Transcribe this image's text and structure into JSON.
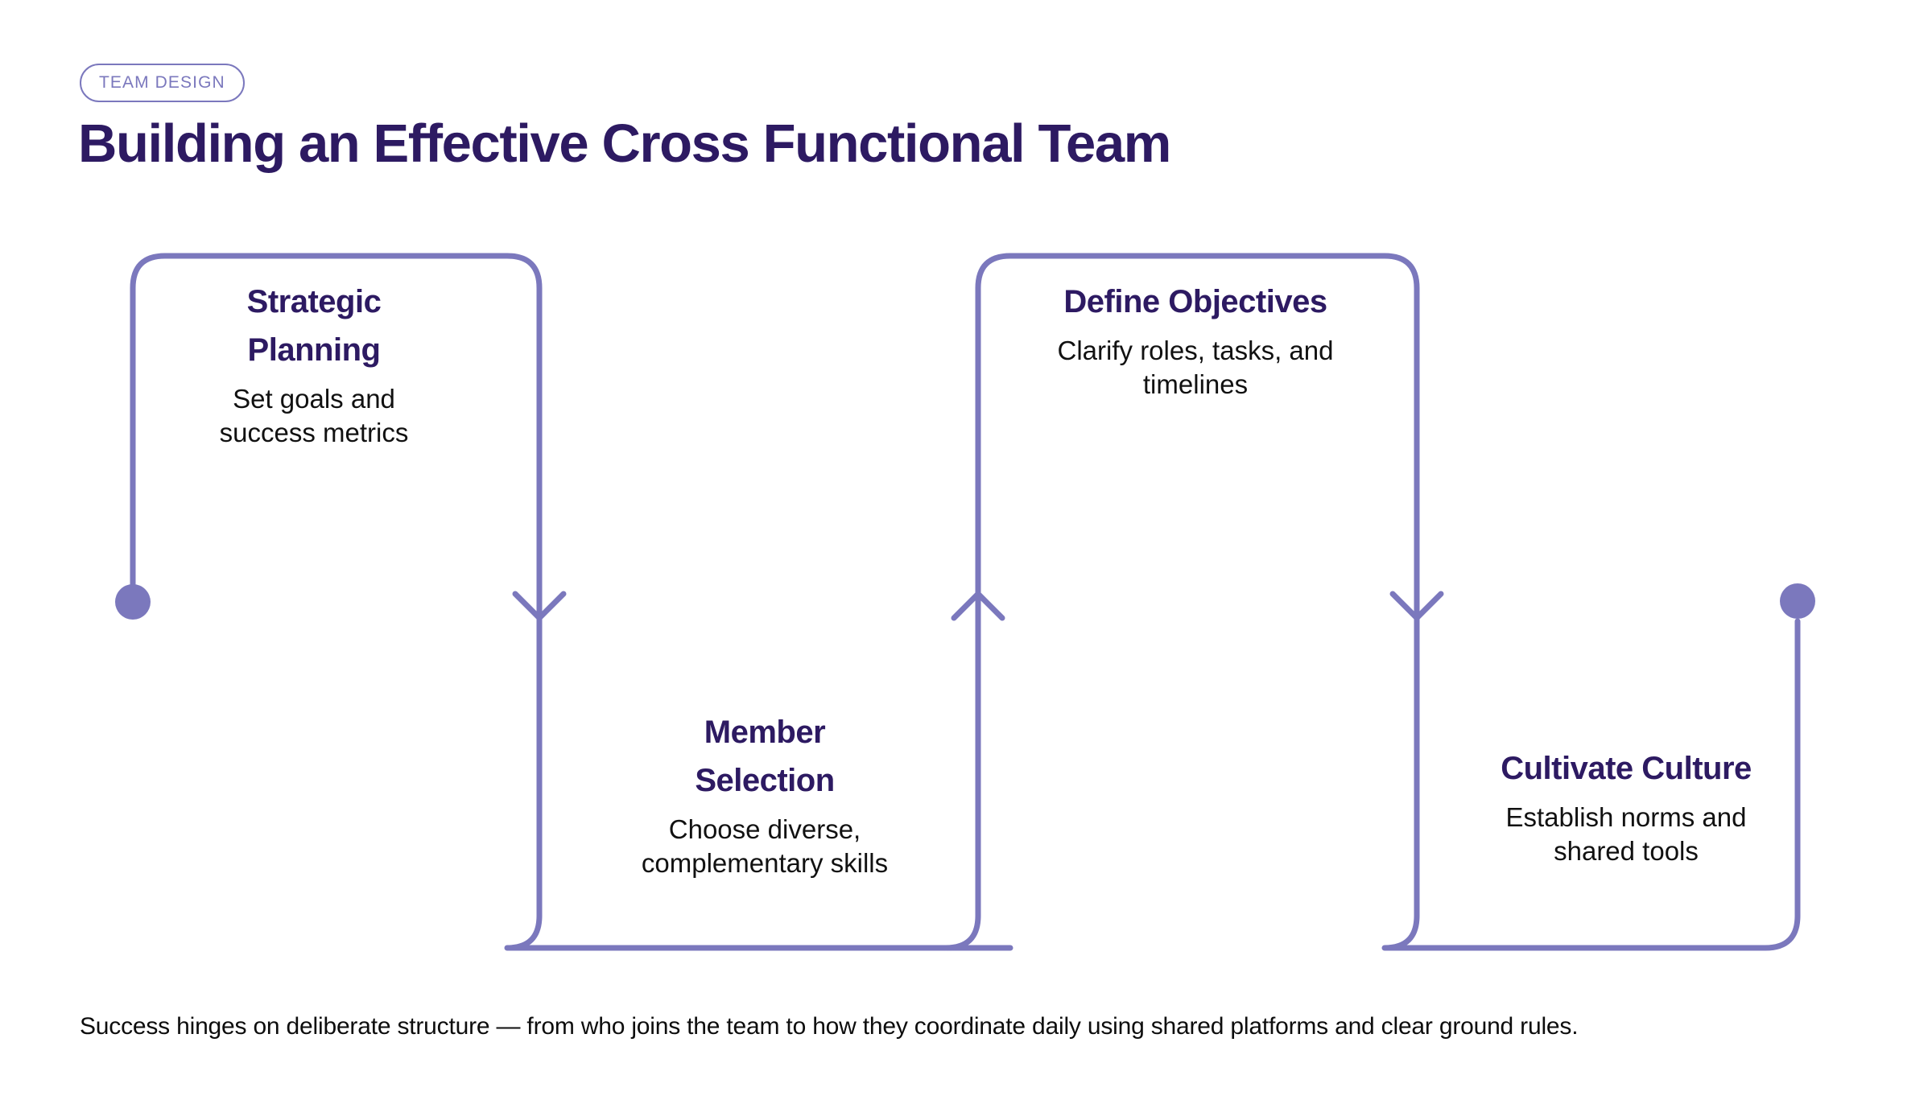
{
  "header": {
    "badge_label": "TEAM DESIGN",
    "title": "Building an Effective Cross Functional Team"
  },
  "colors": {
    "accent_line": "#7b78bd",
    "title_text": "#2d1a62",
    "body_text": "#111111",
    "badge_border": "#7b78bd",
    "background": "#ffffff"
  },
  "flow": {
    "start_marker": "start-dot",
    "end_marker": "end-dot",
    "steps": [
      {
        "index": 1,
        "title": "Strategic Planning",
        "description": "Set goals and success metrics",
        "position": "top"
      },
      {
        "index": 2,
        "title": "Member Selection",
        "description": "Choose diverse, complementary skills",
        "position": "bottom"
      },
      {
        "index": 3,
        "title": "Define Objectives",
        "description": "Clarify roles, tasks, and timelines",
        "position": "top"
      },
      {
        "index": 4,
        "title": "Cultivate Culture",
        "description": "Establish norms and shared tools",
        "position": "bottom"
      }
    ],
    "arrows": [
      {
        "name": "arrow-down-1",
        "direction": "down"
      },
      {
        "name": "arrow-up-1",
        "direction": "up"
      },
      {
        "name": "arrow-down-2",
        "direction": "down"
      }
    ]
  },
  "footer": {
    "caption": "Success hinges on deliberate structure — from who joins the team to how they coordinate daily using shared platforms and clear ground rules."
  }
}
